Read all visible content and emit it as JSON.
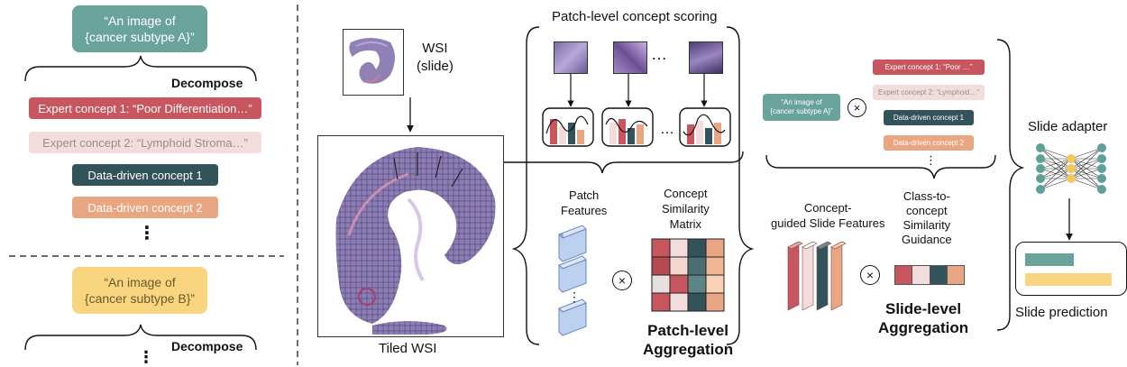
{
  "left_panel": {
    "prompt_a_line1": "“An image of",
    "prompt_a_line2": "{cancer subtype A}”",
    "prompt_b_line1": "“An image of",
    "prompt_b_line2": "{cancer subtype B}”",
    "decompose_label": "Decompose",
    "concepts": [
      {
        "label": "Expert concept 1: “Poor Differentiation…”",
        "color": "#c8565e"
      },
      {
        "label": "Expert concept 2: “Lymphoid Stroma…”",
        "color": "#f3dcdc"
      },
      {
        "label": "Data-driven concept 1",
        "color": "#33535a"
      },
      {
        "label": "Data-driven concept 2",
        "color": "#e8a683"
      }
    ],
    "ellipsis": "⋮"
  },
  "wsi": {
    "label_line1": "WSI",
    "label_line2": "(slide)",
    "tiled_label": "Tiled WSI"
  },
  "patch_section": {
    "title": "Patch-level concept scoring",
    "ellipsis": "…",
    "patch_features_line1": "Patch",
    "patch_features_line2": "Features",
    "similarity_line1": "Concept",
    "similarity_line2": "Similarity",
    "similarity_line3": "Matrix",
    "times": "×",
    "aggregation_line1": "Patch-level",
    "aggregation_line2": "Aggregation",
    "matrix_colors": [
      [
        "#c8565e",
        "#f3dcdc",
        "#33535a",
        "#e8a683"
      ],
      [
        "#b54a50",
        "#f7d6cf",
        "#4a6e72",
        "#f0b896"
      ],
      [
        "#e8e0dc",
        "#c8565e",
        "#5e8585",
        "#f7d2b8"
      ],
      [
        "#c8565e",
        "#f3dcdc",
        "#33535a",
        "#e8a683"
      ]
    ]
  },
  "slide_section": {
    "prompt_line1": "“An image of",
    "prompt_line2": "{cancer subtype A}”",
    "times": "×",
    "concepts": [
      {
        "label": "Expert concept 1: “Poor …”",
        "color": "#c8565e"
      },
      {
        "label": "Expert concept 2: “Lymphoid…”",
        "color": "#f3dcdc"
      },
      {
        "label": "Data-driven concept 1",
        "color": "#33535a"
      },
      {
        "label": "Data-driven concept 2",
        "color": "#e8a683"
      }
    ],
    "ellipsis": "⋮",
    "guided_line1": "Concept-",
    "guided_line2": "guided Slide Features",
    "guidance_line1": "Class-to-",
    "guidance_line2": "concept",
    "guidance_line3": "Similarity",
    "guidance_line4": "Guidance",
    "aggregation_line1": "Slide-level",
    "aggregation_line2": "Aggregation"
  },
  "adapter": {
    "title": "Slide adapter",
    "prediction_label": "Slide prediction",
    "bar_colors": [
      "#6aa29c",
      "#f8d57e"
    ]
  },
  "colors": {
    "teal_prompt": "#6aa29c",
    "yellow_prompt": "#f8d57e",
    "red": "#c8565e",
    "pink": "#f3dcdc",
    "dark_teal": "#33535a",
    "orange": "#e8a683",
    "node_teal": "#5fa09a",
    "node_yellow": "#f5c85c"
  }
}
